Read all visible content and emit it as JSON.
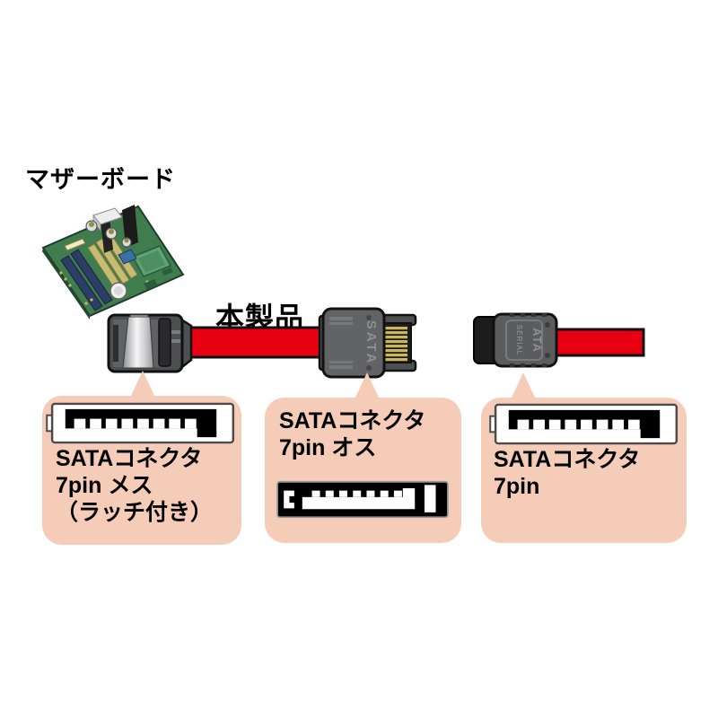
{
  "page": {
    "background": "#ffffff"
  },
  "labels": {
    "motherboard": "マザーボード",
    "product": "本製品"
  },
  "connector_marks": {
    "male_plug_logo": "SATA",
    "right_plug_logo_serial": "SERIAL",
    "right_plug_logo_ata": "ATA"
  },
  "callouts": [
    {
      "id": "cable-end-female-latch",
      "diagram": "sata-7pin-female-cross-section",
      "lines": [
        "SATAコネクタ",
        "7pin メス",
        "（ラッチ付き）"
      ]
    },
    {
      "id": "cable-end-male",
      "diagram": "sata-7pin-male-cross-section",
      "lines": [
        "SATAコネクタ",
        "7pin オス"
      ]
    },
    {
      "id": "device-side-connector",
      "diagram": "sata-7pin-female-cross-section",
      "lines": [
        "SATAコネクタ",
        "7pin"
      ]
    }
  ],
  "colors": {
    "callout_background": "#F5CCB7",
    "cable_red": "#E60012",
    "connector_gray": "#57585A",
    "pcb_green": "#3F7D4E",
    "pin_gold": "#CBB55E"
  }
}
